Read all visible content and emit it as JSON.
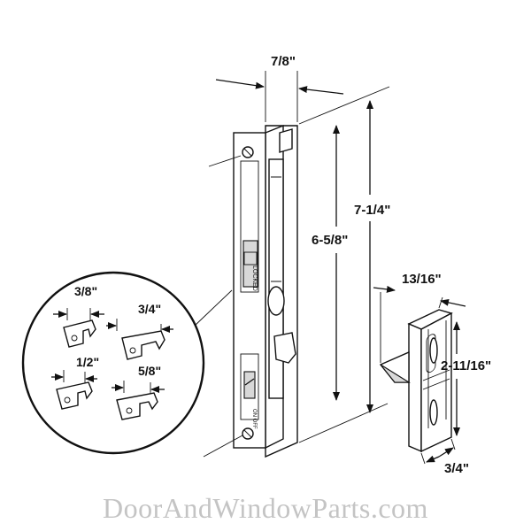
{
  "dimensions": {
    "lock_width": "7/8\"",
    "overall_height": "7-1/4\"",
    "hole_spacing": "6-5/8\"",
    "keeper_width": "13/16\"",
    "keeper_height": "2-11/16\"",
    "keeper_depth": "3/4\""
  },
  "latch_labels": {
    "locked": "LOCKED",
    "on_off": "ON OFF"
  },
  "hook_offsets": {
    "a": "3/8\"",
    "b": "3/4\"",
    "c": "1/2\"",
    "d": "5/8\""
  },
  "watermark": "DoorAndWindowParts.com"
}
